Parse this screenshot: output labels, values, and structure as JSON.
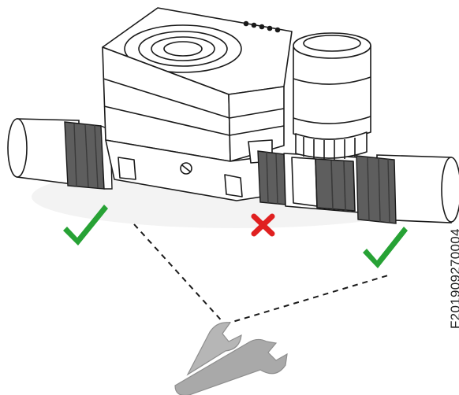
{
  "figure": {
    "document_code": "F201909270004",
    "marks": [
      {
        "id": "left",
        "meaning": "allowed",
        "symbol": "checkmark",
        "color": "#27a235"
      },
      {
        "id": "center",
        "meaning": "not-allowed",
        "symbol": "cross",
        "color": "#e02020"
      },
      {
        "id": "right",
        "meaning": "allowed",
        "symbol": "checkmark",
        "color": "#27a235"
      }
    ],
    "tool_icon": "wrench-icon",
    "colors": {
      "line": "#1a1a1a",
      "fitting": "#5e5e5e",
      "fitting_dark": "#3f3f3f",
      "body": "#ffffff",
      "wrench": "#a9a9a9"
    }
  }
}
